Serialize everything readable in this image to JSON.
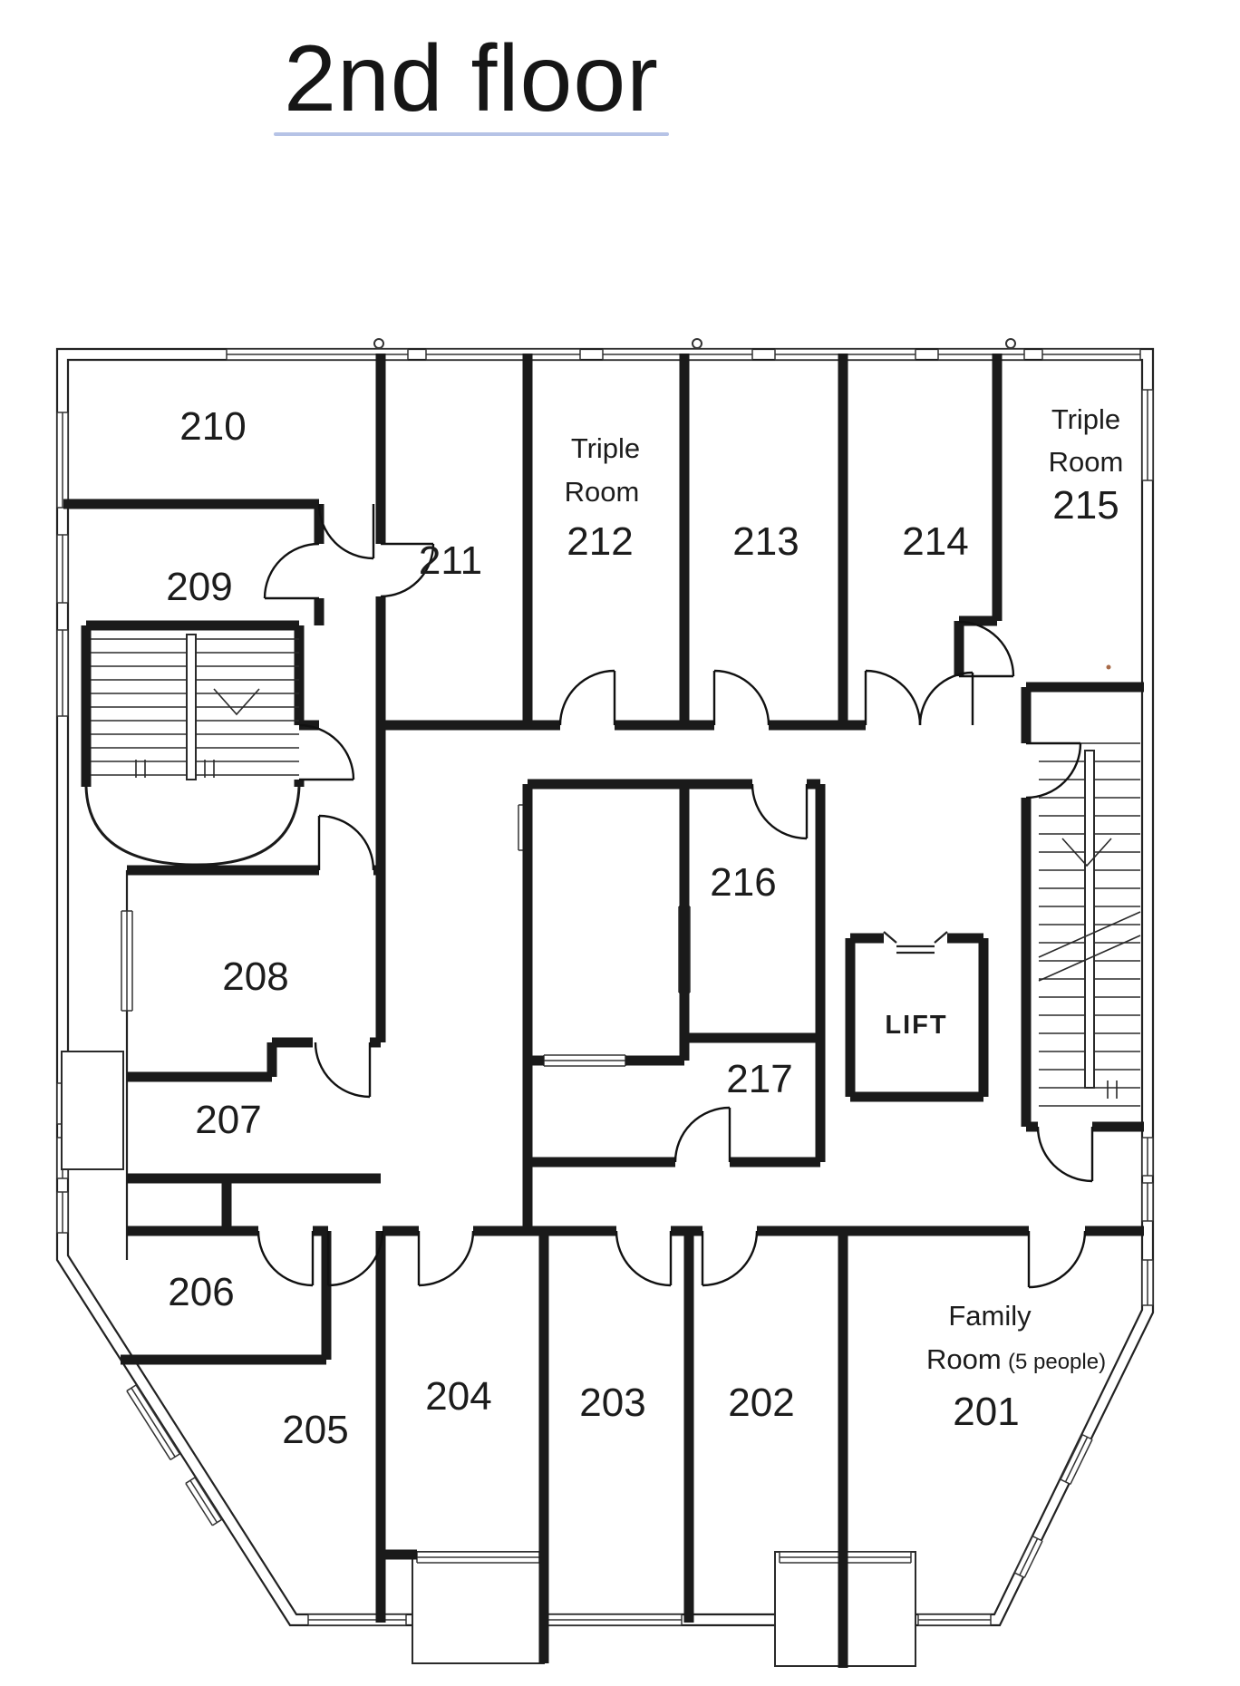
{
  "title": "2nd floor",
  "colors": {
    "wall": "#1a1a1a",
    "underline": "#b6c3e6",
    "background": "#ffffff",
    "text": "#1c1c1c"
  },
  "lift": {
    "label": "LIFT"
  },
  "rooms": [
    {
      "number": "210"
    },
    {
      "number": "209"
    },
    {
      "number": "211"
    },
    {
      "number": "212",
      "type": [
        "Triple",
        "Room"
      ]
    },
    {
      "number": "213"
    },
    {
      "number": "214"
    },
    {
      "number": "215",
      "type": [
        "Triple",
        "Room"
      ]
    },
    {
      "number": "216"
    },
    {
      "number": "217"
    },
    {
      "number": "208"
    },
    {
      "number": "207"
    },
    {
      "number": "206"
    },
    {
      "number": "205"
    },
    {
      "number": "204"
    },
    {
      "number": "203"
    },
    {
      "number": "202"
    },
    {
      "number": "201",
      "type": [
        "Family",
        "Room"
      ],
      "capacity": "(5 people)"
    }
  ]
}
